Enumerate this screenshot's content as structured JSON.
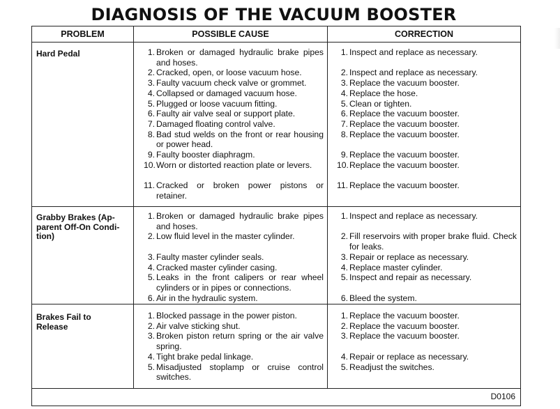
{
  "title": "DIAGNOSIS OF THE VACUUM BOOSTER",
  "headers": {
    "problem": "PROBLEM",
    "cause": "POSSIBLE CAUSE",
    "correction": "CORRECTION"
  },
  "rows": [
    {
      "problem": [
        "Hard Pedal"
      ],
      "causes": [
        "1.|Broken or damaged hydraulic brake pipes and hoses.",
        "2.|Cracked, open, or loose vacuum hose.",
        "3.|Faulty vacuum check valve or grommet.",
        "4.|Collapsed or damaged vacuum hose.",
        "5.|Plugged or loose vacuum fitting.",
        "6.|Faulty air valve seal or support plate.",
        "7.|Damaged floating control valve.",
        "8.|Bad stud welds on the front or rear housing or power head.",
        "9.|Faulty booster diaphragm.",
        "10.|Worn or distorted reaction plate or levers.",
        "11.|Cracked or broken power pistons or retainer."
      ],
      "corrections": [
        "1.|Inspect and replace as necessary.",
        "2.|Inspect and replace as necessary.",
        "3.|Replace the vacuum booster.",
        "4.|Replace the hose.",
        "5.|Clean or tighten.",
        "6.|Replace the vacuum booster.",
        "7.|Replace the vacuum booster.",
        "8.|Replace the vacuum booster.",
        "9.|Replace the vacuum booster.",
        "10.|Replace the vacuum booster.",
        "11.|Replace the vacuum booster."
      ]
    },
    {
      "problem": [
        "Grabby Brakes (Ap-",
        "parent Off-On Condi-",
        "tion)"
      ],
      "causes": [
        "1.|Broken or damaged hydraulic brake pipes and hoses.",
        "2.|Low fluid level in the master cylinder.",
        "3.|Faulty master cylinder seals.",
        "4.|Cracked master cylinder casing.",
        "5.|Leaks in the front calipers or rear wheel cylinders or in pipes or connections.",
        "6.|Air in the hydraulic system."
      ],
      "corrections": [
        "1.|Inspect and replace as necessary.",
        "2.|Fill reservoirs with proper brake fluid. Check for leaks.",
        "3.|Repair or replace as necessary.",
        "4.|Replace master cylinder.",
        "5.|Inspect and repair as necessary.",
        "6.|Bleed the system."
      ]
    },
    {
      "problem": [
        "Brakes Fail to",
        "Release"
      ],
      "causes": [
        "1.|Blocked passage in the power piston.",
        "2.|Air valve sticking shut.",
        "3.|Broken piston return spring or the air valve spring.",
        "4.|Tight brake pedal linkage.",
        "5.|Misadjusted stoplamp or cruise control switches."
      ],
      "corrections": [
        "1.|Replace the vacuum booster.",
        "2.|Replace the vacuum booster.",
        "3.|Replace the vacuum booster.",
        "4.|Repair or replace as necessary.",
        "5.|Readjust the switches."
      ]
    }
  ],
  "code": "D0106"
}
